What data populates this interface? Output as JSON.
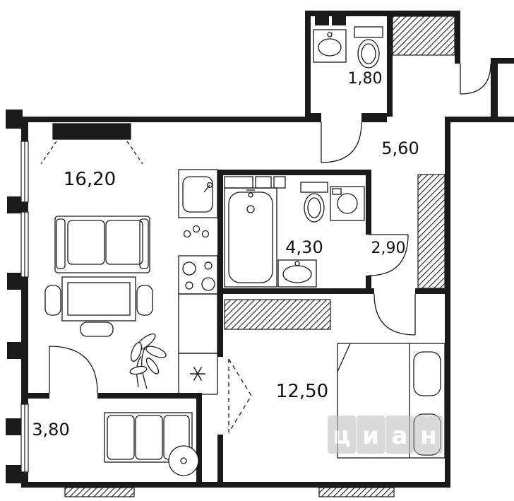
{
  "floorplan": {
    "rooms": {
      "living": {
        "label": "16,20"
      },
      "wc_top": {
        "label": "1,80"
      },
      "hallway": {
        "label": "5,60"
      },
      "bathroom": {
        "label": "4,30"
      },
      "corridor": {
        "label": "2,90"
      },
      "bedroom": {
        "label": "12,50"
      },
      "balcony": {
        "label": "3,80"
      }
    },
    "watermark": {
      "tiles": [
        "ц",
        "и",
        "а",
        "н"
      ]
    },
    "colors": {
      "wall": "#1a1a1a",
      "background": "#ffffff",
      "watermark_tile": "#c2c2c2",
      "watermark_text": "#ffffff"
    }
  }
}
